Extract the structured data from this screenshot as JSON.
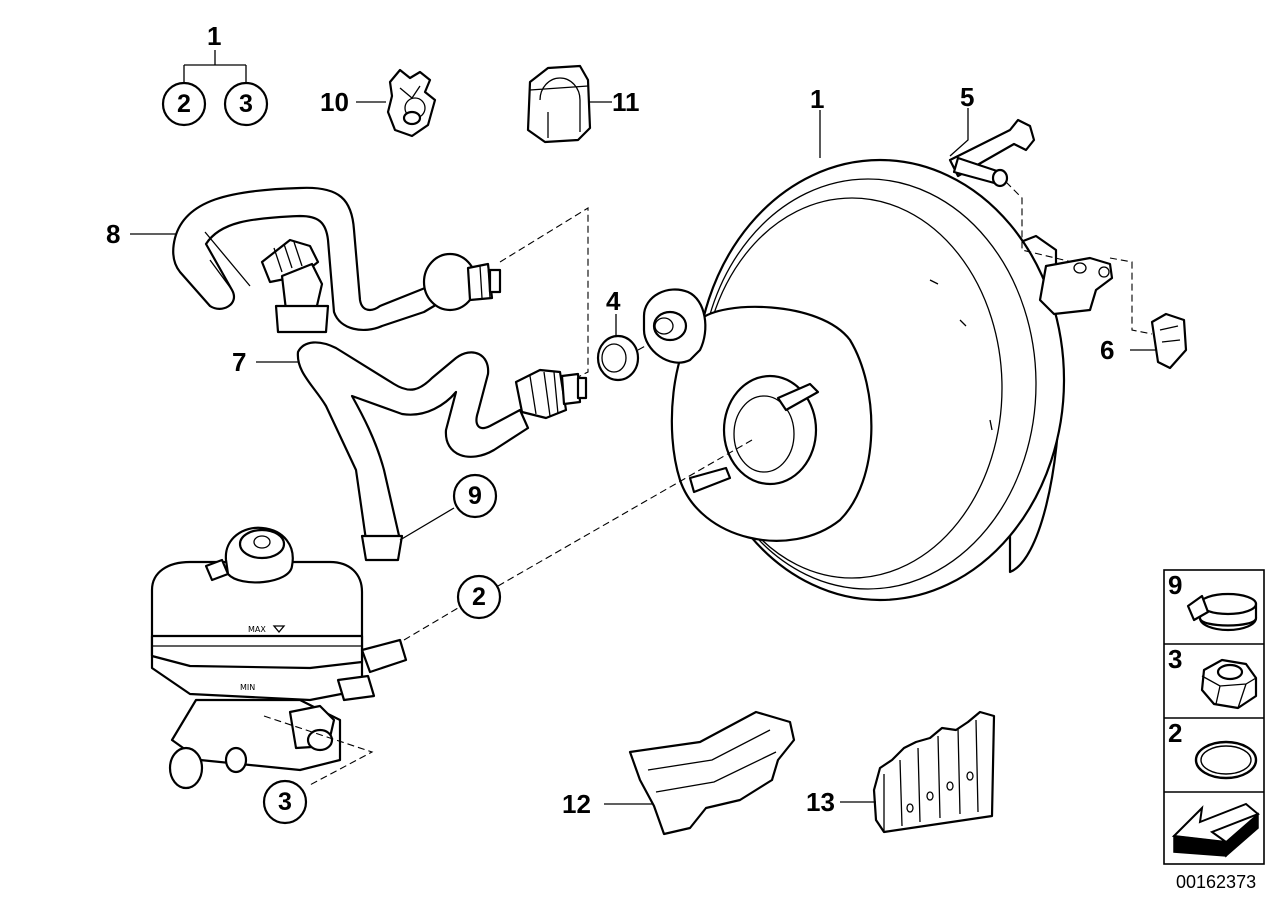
{
  "labels": {
    "group": "1",
    "group_sub_a": "2",
    "group_sub_b": "3",
    "booster": "1",
    "seal_ring_upper": "2",
    "nut_lower": "3",
    "grommet": "4",
    "pin": "5",
    "clip": "6",
    "hose_lower": "7",
    "hose_upper": "8",
    "hose_clamp": "9",
    "clip_small": "10",
    "grommet_small": "11",
    "bracket": "12",
    "insulator": "13"
  },
  "legend": [
    {
      "number": "9",
      "icon": "hose-clamp-icon"
    },
    {
      "number": "3",
      "icon": "hex-nut-icon"
    },
    {
      "number": "2",
      "icon": "seal-ring-icon"
    },
    {
      "number": "",
      "icon": "direction-arrow-icon"
    }
  ],
  "reservoir_marks": {
    "max": "MAX",
    "min": "MIN"
  },
  "document_id": "00162373"
}
